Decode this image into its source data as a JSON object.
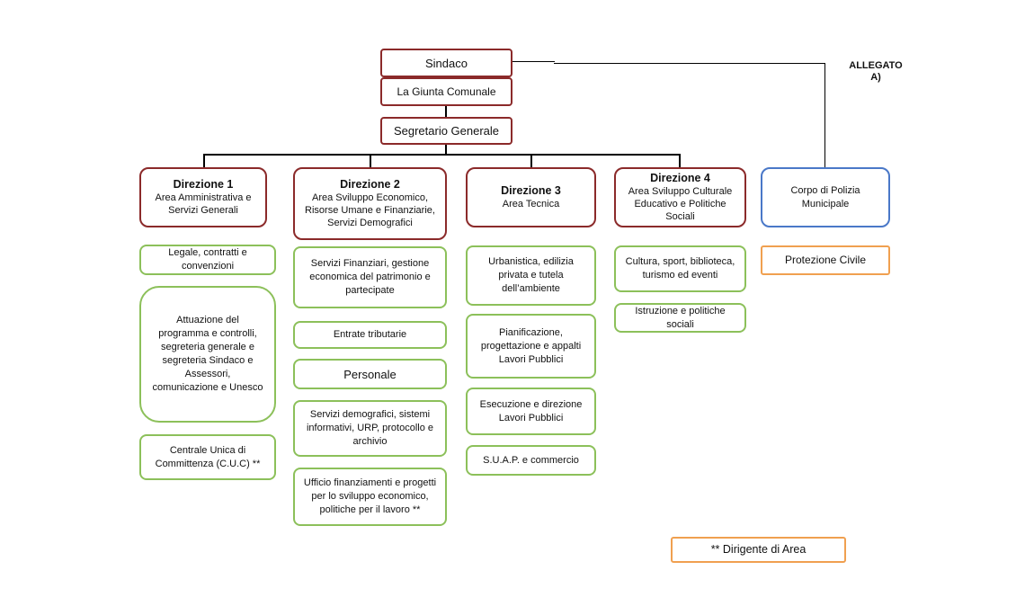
{
  "top": {
    "sindaco": "Sindaco",
    "giunta": "La Giunta Comunale",
    "segretario": "Segretario Generale"
  },
  "allegato": "ALLEGATO A)",
  "direzioni": [
    {
      "title": "Direzione 1",
      "sub": "Area Amministrativa e Servizi Generali"
    },
    {
      "title": "Direzione 2",
      "sub": "Area Sviluppo Economico, Risorse Umane e Finanziarie, Servizi Demografici"
    },
    {
      "title": "Direzione 3",
      "sub": "Area Tecnica"
    },
    {
      "title": "Direzione 4",
      "sub": "Area Sviluppo Culturale Educativo e Politiche Sociali"
    }
  ],
  "polizia": "Corpo di Polizia Municipale",
  "col1": [
    "Legale, contratti e convenzioni",
    "Attuazione del programma e controlli, segreteria generale e segreteria Sindaco e Assessori, comunicazione e Unesco",
    "Centrale Unica di Committenza (C.U.C) **"
  ],
  "col2": [
    "Servizi Finanziari, gestione economica del patrimonio e partecipate",
    "Entrate tributarie",
    "Personale",
    "Servizi demografici, sistemi  informativi, URP, protocollo e archivio",
    "Ufficio finanziamenti e progetti per lo sviluppo economico, politiche per il lavoro **"
  ],
  "col3": [
    "Urbanistica, edilizia privata e tutela dell’ambiente",
    "Pianificazione, progettazione e appalti Lavori Pubblici",
    "Esecuzione e direzione Lavori Pubblici",
    "S.U.A.P. e commercio"
  ],
  "col4": [
    "Cultura, sport, biblioteca, turismo ed eventi",
    "Istruzione e politiche sociali"
  ],
  "col5": [
    "Protezione Civile"
  ],
  "legend": "** Dirigente di Area",
  "colors": {
    "direzione_border": "#8b2a2a",
    "servizio_border": "#8cc05a",
    "polizia_border": "#4a78c8",
    "note_border": "#f0a050"
  }
}
